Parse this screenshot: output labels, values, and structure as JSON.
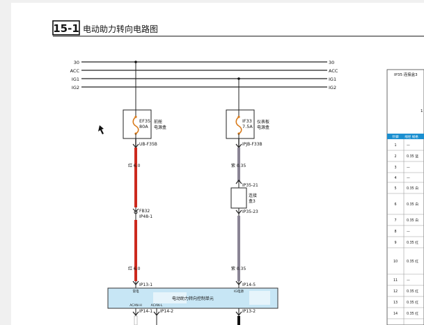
{
  "header": {
    "number": "15-1",
    "title": "电动助力转向电路图"
  },
  "power_rails": {
    "left": [
      "30",
      "ACC",
      "IG1",
      "IG2"
    ],
    "right": [
      "30",
      "ACC",
      "IG1",
      "IG2"
    ]
  },
  "fuse_left": {
    "name": "EF35",
    "rating": "80A",
    "box_line1": "前舱",
    "box_line2": "电源盒",
    "connector": "UB-F35B"
  },
  "fuse_right": {
    "name": "IF33",
    "rating": "7.5A",
    "box_line1": "仪表板",
    "box_line2": "电源盒",
    "connector": "IPJB-F33B"
  },
  "wire_left": {
    "spec_top": "红  6.0",
    "node_a": "FB32",
    "node_b": "IP48-1",
    "spec_bottom": "红  6.0",
    "ecu_pin": "IP13-1"
  },
  "wire_right": {
    "spec_top": "紫  0.35",
    "conn_in": "IP35-21",
    "junction_line1": "连接",
    "junction_line2": "盒3",
    "conn_out": "IP35-23",
    "spec_bottom": "紫  0.35",
    "ecu_pin": "IP14-5"
  },
  "ecu": {
    "title": "电动助力转向控制单元",
    "pin_power": "常电",
    "pin_ig": "IG电源",
    "pin_canh": "ACAN-H",
    "pin_canl": "ACAN-L",
    "bottom_pins": [
      "IP14-1",
      "IP14-2",
      "IP13-2"
    ]
  },
  "side_table": {
    "title": "IP35 连接盒3",
    "mark": "1",
    "headers": [
      "针脚",
      "线径 规格"
    ],
    "rows": [
      {
        "pin": "1",
        "spec": "—"
      },
      {
        "pin": "2",
        "spec": "0.35 蓝"
      },
      {
        "pin": "3",
        "spec": "—"
      },
      {
        "pin": "4",
        "spec": "—"
      },
      {
        "pin": "5",
        "spec": "0.35 白"
      },
      {
        "pin": "6",
        "spec": "0.35 白"
      },
      {
        "pin": "7",
        "spec": "0.35 白"
      },
      {
        "pin": "8",
        "spec": "—"
      },
      {
        "pin": "9",
        "spec": "0.35 红"
      },
      {
        "pin": "10",
        "spec": "0.35 红"
      },
      {
        "pin": "11",
        "spec": "—"
      },
      {
        "pin": "12",
        "spec": "0.35 红"
      },
      {
        "pin": "13",
        "spec": "0.35 红"
      },
      {
        "pin": "14",
        "spec": "0.35 红"
      }
    ]
  },
  "colors": {
    "wire_red": "#cc2a1e",
    "wire_violet": "#8a8494",
    "fuse_orange": "#d87a1a",
    "ecu_fill": "#c7e6f5",
    "table_header": "#1b8fd0"
  }
}
